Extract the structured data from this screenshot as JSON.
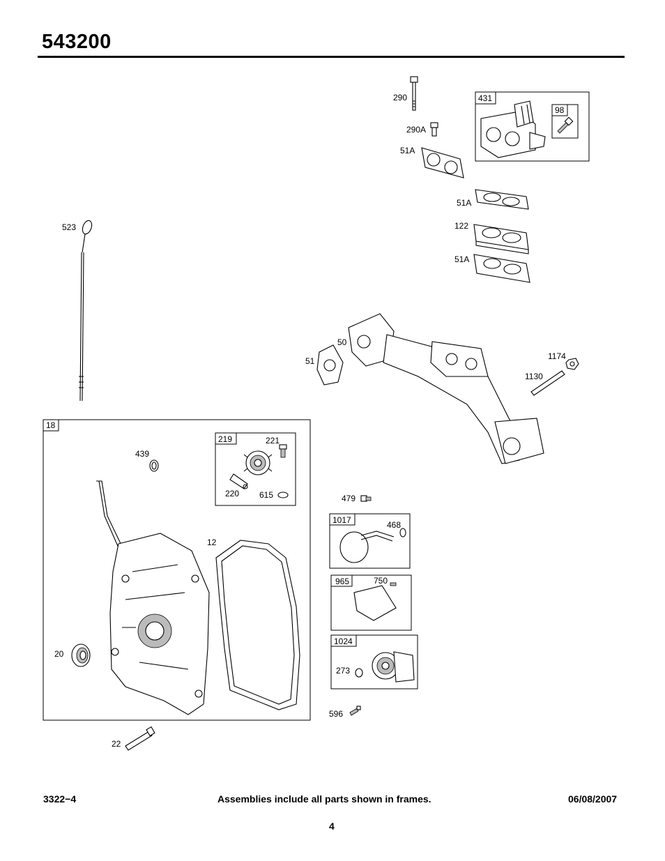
{
  "header": {
    "model": "543200"
  },
  "footer": {
    "left": "3322−4",
    "center": "Assemblies include all parts shown in frames.",
    "right": "06/08/2007",
    "page": "4"
  },
  "frames": {
    "f431": "431",
    "f98": "98",
    "f18": "18",
    "f219": "219",
    "f1017": "1017",
    "f965": "965",
    "f1024": "1024"
  },
  "labels": {
    "p290": "290",
    "p290a": "290A",
    "p51a_1": "51A",
    "p51a_2": "51A",
    "p122": "122",
    "p51a_3": "51A",
    "p523": "523",
    "p50": "50",
    "p51": "51",
    "p1174": "1174",
    "p1130": "1130",
    "p439": "439",
    "p221": "221",
    "p220": "220",
    "p615": "615",
    "p12": "12",
    "p20": "20",
    "p22": "22",
    "p479": "479",
    "p468": "468",
    "p750": "750",
    "p273": "273",
    "p596": "596"
  }
}
